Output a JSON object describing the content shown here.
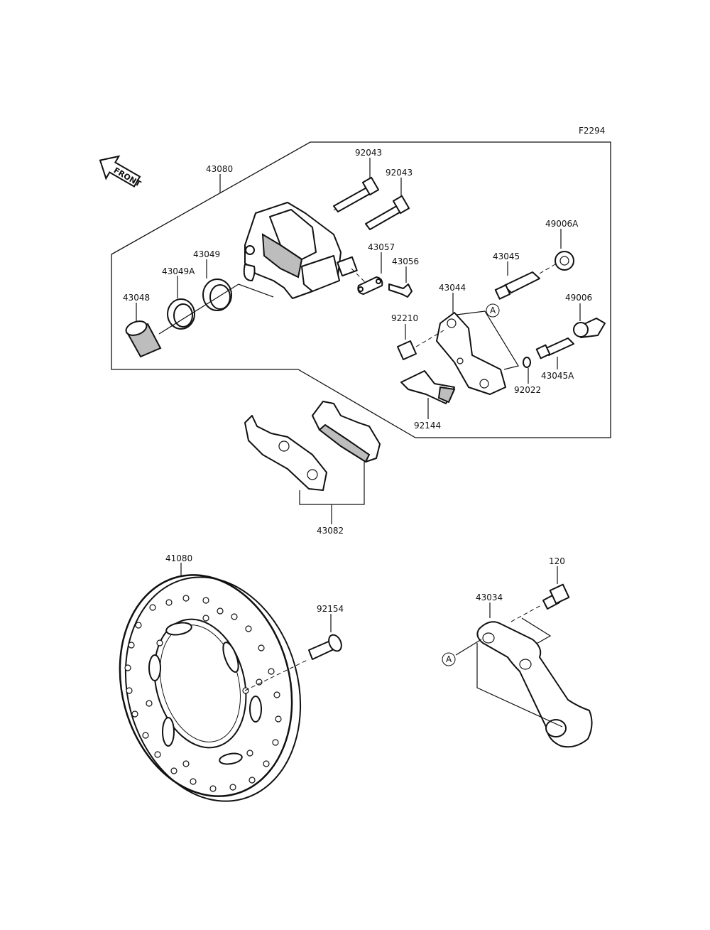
{
  "figure_code": "F2294",
  "front_label": "FRONT",
  "ref_marker": "A",
  "parts": {
    "p43080": "43080",
    "p92043a": "92043",
    "p92043b": "92043",
    "p43057": "43057",
    "p43056": "43056",
    "p43049": "43049",
    "p43049A": "43049A",
    "p43048": "43048",
    "p43045": "43045",
    "p49006A": "49006A",
    "p43044": "43044",
    "p92210": "92210",
    "p49006": "49006",
    "p43045A": "43045A",
    "p92022": "92022",
    "p92144": "92144",
    "p43082": "43082",
    "p41080": "41080",
    "p92154": "92154",
    "p120": "120",
    "p43034": "43034"
  }
}
